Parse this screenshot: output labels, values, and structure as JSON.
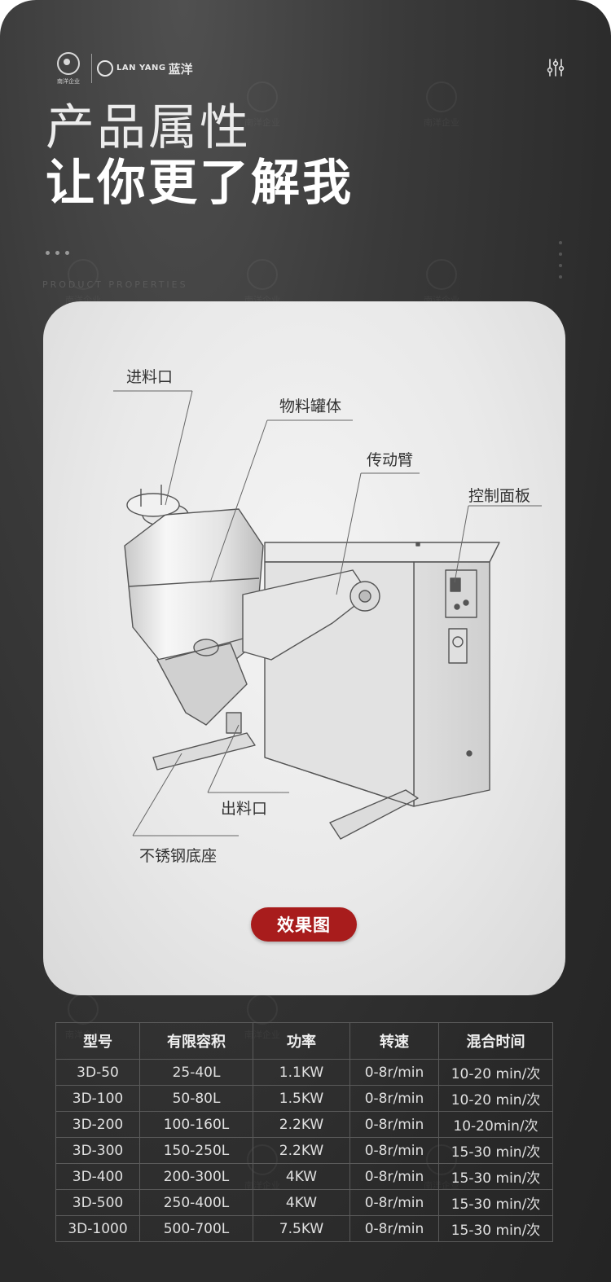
{
  "header": {
    "seal_text": "南洋企业",
    "brand_en": "LAN YANG",
    "brand_cn": "蓝洋",
    "menu_icon": "sliders-icon"
  },
  "title": {
    "line1": "产品属性",
    "line2": "让你更了解我",
    "subtitle_en": "PRODUCT PROPERTIES"
  },
  "watermark": "南洋企业",
  "diagram": {
    "labels": {
      "inlet": "进料口",
      "tank": "物料罐体",
      "arm": "传动臂",
      "panel": "控制面板",
      "outlet": "出料口",
      "base": "不锈钢底座"
    },
    "button": "效果图"
  },
  "spec_table": {
    "headers": [
      "型号",
      "有限容积",
      "功率",
      "转速",
      "混合时间"
    ],
    "rows": [
      [
        "3D-50",
        "25-40L",
        "1.1KW",
        "0-8r/min",
        "10-20 min/次"
      ],
      [
        "3D-100",
        "50-80L",
        "1.5KW",
        "0-8r/min",
        "10-20 min/次"
      ],
      [
        "3D-200",
        "100-160L",
        "2.2KW",
        "0-8r/min",
        "10-20min/次"
      ],
      [
        "3D-300",
        "150-250L",
        "2.2KW",
        "0-8r/min",
        "15-30 min/次"
      ],
      [
        "3D-400",
        "200-300L",
        "4KW",
        "0-8r/min",
        "15-30 min/次"
      ],
      [
        "3D-500",
        "250-400L",
        "4KW",
        "0-8r/min",
        "15-30 min/次"
      ],
      [
        "3D-1000",
        "500-700L",
        "7.5KW",
        "0-8r/min",
        "15-30 min/次"
      ]
    ]
  }
}
